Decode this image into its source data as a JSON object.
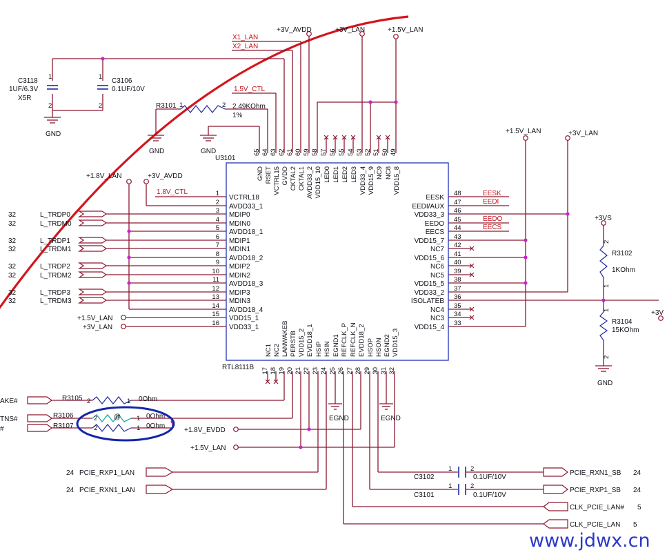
{
  "colors": {
    "wire": "#8c1830",
    "chip_border": "#3040b8",
    "ink": "#101018",
    "red_label": "#c0141c",
    "arc": "#d4141c",
    "junction": "#cc22cc",
    "annotation_ellipse": "#1426a8",
    "watermark": "#2c39c8"
  },
  "chip": {
    "refdes": "U3101",
    "part": "RTL8111B",
    "left_pins": [
      {
        "num": "1",
        "name": "VCTRL18"
      },
      {
        "num": "2",
        "name": "AVDD33_1"
      },
      {
        "num": "3",
        "name": "MDIP0"
      },
      {
        "num": "4",
        "name": "MDIN0"
      },
      {
        "num": "5",
        "name": "AVDD18_1"
      },
      {
        "num": "6",
        "name": "MDIP1"
      },
      {
        "num": "7",
        "name": "MDIN1"
      },
      {
        "num": "8",
        "name": "AVDD18_2"
      },
      {
        "num": "9",
        "name": "MDIP2"
      },
      {
        "num": "10",
        "name": "MDIN2"
      },
      {
        "num": "11",
        "name": "AVDD18_3"
      },
      {
        "num": "12",
        "name": "MDIP3"
      },
      {
        "num": "13",
        "name": "MDIN3"
      },
      {
        "num": "14",
        "name": "AVDD18_4"
      },
      {
        "num": "15",
        "name": "VDD15_1"
      },
      {
        "num": "16",
        "name": "VDD33_1"
      }
    ],
    "right_pins": [
      {
        "num": "48",
        "name": "EESK"
      },
      {
        "num": "47",
        "name": "EEDI/AUX"
      },
      {
        "num": "46",
        "name": "VDD33_3"
      },
      {
        "num": "45",
        "name": "EEDO"
      },
      {
        "num": "44",
        "name": "EECS"
      },
      {
        "num": "43",
        "name": "VDD15_7"
      },
      {
        "num": "42",
        "name": "NC7"
      },
      {
        "num": "41",
        "name": "VDD15_6"
      },
      {
        "num": "40",
        "name": "NC6"
      },
      {
        "num": "39",
        "name": "NC5"
      },
      {
        "num": "38",
        "name": "VDD15_5"
      },
      {
        "num": "37",
        "name": "VDD33_2"
      },
      {
        "num": "36",
        "name": "ISOLATEB"
      },
      {
        "num": "35",
        "name": "NC4"
      },
      {
        "num": "34",
        "name": "NC3"
      },
      {
        "num": "33",
        "name": "VDD15_4"
      }
    ],
    "top_pins": [
      {
        "num": "65",
        "name": "GND"
      },
      {
        "num": "64",
        "name": "RSET"
      },
      {
        "num": "63",
        "name": "VCTRL15"
      },
      {
        "num": "62",
        "name": "GVDD"
      },
      {
        "num": "61",
        "name": "CKTAL2"
      },
      {
        "num": "60",
        "name": "CKTAL1"
      },
      {
        "num": "59",
        "name": "AVDD33_2"
      },
      {
        "num": "58",
        "name": "VDD15_10"
      },
      {
        "num": "57",
        "name": "LED0"
      },
      {
        "num": "56",
        "name": "LED1"
      },
      {
        "num": "55",
        "name": "LED2"
      },
      {
        "num": "54",
        "name": "LED3"
      },
      {
        "num": "53",
        "name": "VDD33_4"
      },
      {
        "num": "52",
        "name": "VDD15_9"
      },
      {
        "num": "51",
        "name": "NC9"
      },
      {
        "num": "50",
        "name": "NC8"
      },
      {
        "num": "49",
        "name": "VDD15_8"
      }
    ],
    "bottom_pins": [
      {
        "num": "17",
        "name": "NC1"
      },
      {
        "num": "18",
        "name": "NC2"
      },
      {
        "num": "19",
        "name": "LANWAKEB"
      },
      {
        "num": "20",
        "name": "PERSTB"
      },
      {
        "num": "21",
        "name": "VDD15_2"
      },
      {
        "num": "22",
        "name": "EVDD18_1"
      },
      {
        "num": "23",
        "name": "HSIP"
      },
      {
        "num": "24",
        "name": "HSIN"
      },
      {
        "num": "25",
        "name": "EGND1"
      },
      {
        "num": "26",
        "name": "REFCLK_P"
      },
      {
        "num": "27",
        "name": "REFCLK_N"
      },
      {
        "num": "28",
        "name": "EVDD18_2"
      },
      {
        "num": "29",
        "name": "HSOP"
      },
      {
        "num": "30",
        "name": "HSON"
      },
      {
        "num": "31",
        "name": "EGND2"
      },
      {
        "num": "32",
        "name": "VDD15_3"
      }
    ]
  },
  "nets": {
    "x1_lan": "X1_LAN",
    "x2_lan": "X2_LAN",
    "ctl15": "1.5V_CTL",
    "ctl18": "1.8V_CTL",
    "eesk": "EESK",
    "eedi": "EEDI",
    "eedo": "EEDO",
    "eecs": "EECS",
    "egnd": "EGND"
  },
  "power": {
    "avdd3v_top": "+3V_AVDD",
    "lan3v_top": "+3V_LAN",
    "lan15_top": "+1.5V_LAN",
    "lan15_right": "+1.5V_LAN",
    "lan3v_right": "+3V_LAN",
    "lan18_left": "+1.8V_LAN",
    "avdd3v_left": "+3V_AVDD",
    "lan15_ind": "+1.5V_LAN",
    "lan3v_ind": "+3V_LAN",
    "evdd18": "+1.8V_EVDD",
    "lan15_bottom": "+1.5V_LAN",
    "vs3": "+3VS",
    "v3_edge": "+3V",
    "gnd": "GND"
  },
  "components": {
    "c3118": {
      "ref": "C3118",
      "value": "1UF/6.3V",
      "note": "X5R"
    },
    "c3106": {
      "ref": "C3106",
      "value": "0.1UF/10V"
    },
    "r3101": {
      "ref": "R3101",
      "value": "2.49KOhm",
      "tol": "1%"
    },
    "r3102": {
      "ref": "R3102",
      "value": "1KOhm"
    },
    "r3104": {
      "ref": "R3104",
      "value": "15KOhm"
    },
    "r3105": {
      "ref": "R3105",
      "value": "0Ohm"
    },
    "r3106": {
      "ref": "R3106",
      "value": "0Ohm"
    },
    "r3107": {
      "ref": "R3107",
      "value": "0Ohm"
    },
    "c3102": {
      "ref": "C3102",
      "value": "0.1UF/10V"
    },
    "c3101": {
      "ref": "C3101",
      "value": "0.1UF/10V"
    }
  },
  "mdi_ports": [
    {
      "sheet": "32",
      "name": "L_TRDP0"
    },
    {
      "sheet": "32",
      "name": "L_TRDM0"
    },
    {
      "sheet": "32",
      "name": "L_TRDP1"
    },
    {
      "sheet": "32",
      "name": "L_TRDM1"
    },
    {
      "sheet": "32",
      "name": "L_TRDP2"
    },
    {
      "sheet": "32",
      "name": "L_TRDM2"
    },
    {
      "sheet": "32",
      "name": "L_TRDP3"
    },
    {
      "sheet": "32",
      "name": "L_TRDM3"
    }
  ],
  "pcie_left": [
    {
      "sheet": "24",
      "name": "PCIE_RXP1_LAN"
    },
    {
      "sheet": "24",
      "name": "PCIE_RXN1_LAN"
    }
  ],
  "pcie_right": [
    {
      "name": "PCIE_RXN1_SB",
      "sheet": "24"
    },
    {
      "name": "PCIE_RXP1_SB",
      "sheet": "24"
    },
    {
      "name": "CLK_PCIE_LAN#",
      "sheet": "5"
    },
    {
      "name": "CLK_PCIE_LAN",
      "sheet": "5"
    }
  ],
  "cut_labels": {
    "wake": "AKE#",
    "tns": "TNS#",
    "hash": "#"
  },
  "misc": {
    "at_sign": "@"
  },
  "watermark": "www.jdwx.cn"
}
